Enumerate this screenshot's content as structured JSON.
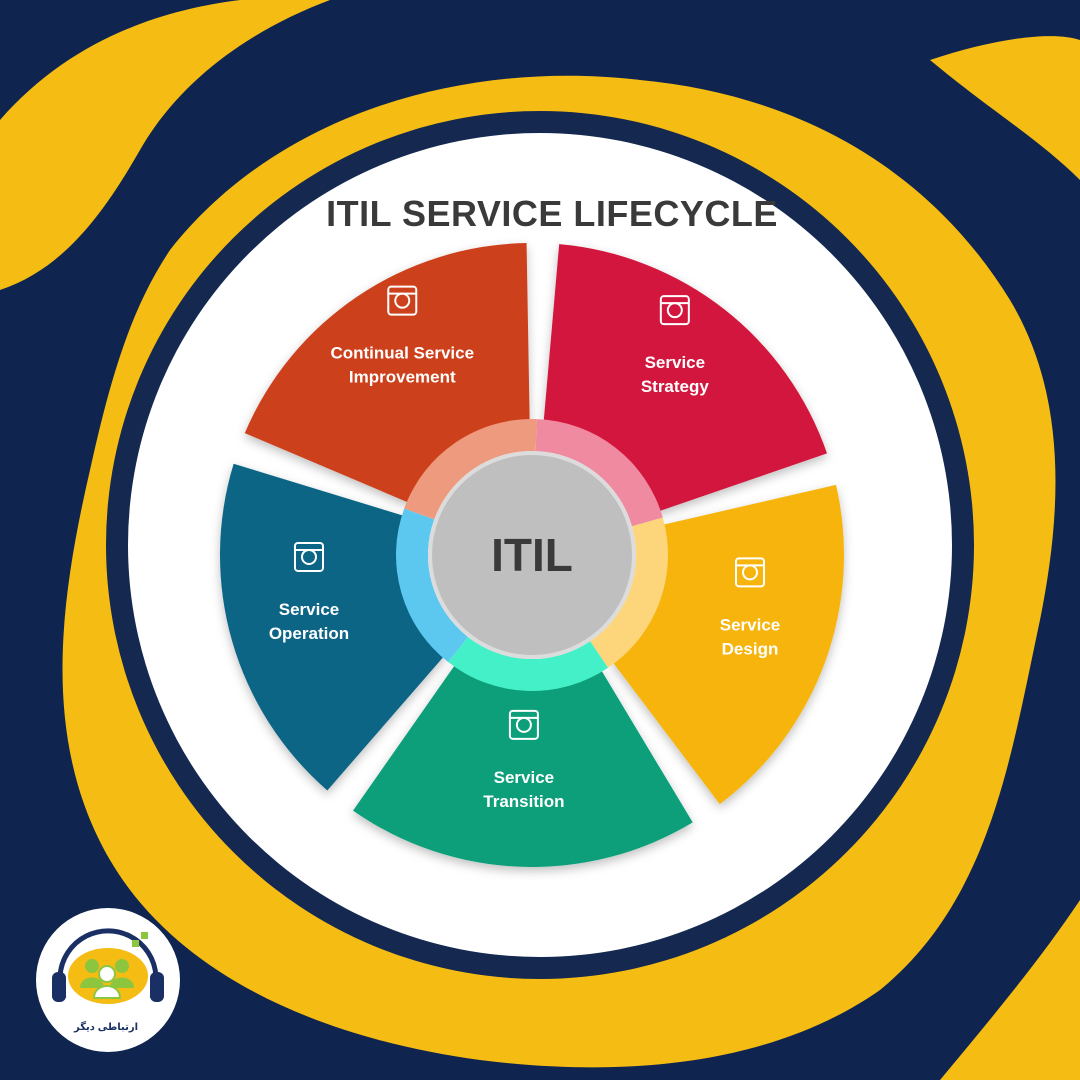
{
  "title": "ITIL SERVICE LIFECYCLE",
  "center_label": "ITIL",
  "colors": {
    "background": "#0f2550",
    "accent_yellow": "#f5bc13",
    "frame": "#142850",
    "panel": "#ffffff",
    "hub": "#bfbfbf"
  },
  "segments": [
    {
      "name": "service-strategy",
      "lines": [
        "Service",
        "Strategy"
      ],
      "color": "#d3183e",
      "ring": "#ef8aa0",
      "icon": "strategy-flow-icon"
    },
    {
      "name": "service-design",
      "lines": [
        "Service",
        "Design"
      ],
      "color": "#f6b40f",
      "ring": "#fdd57a",
      "icon": "design-tools-icon"
    },
    {
      "name": "service-transition",
      "lines": [
        "Service",
        "Transition"
      ],
      "color": "#079f79",
      "ring": "#44f0c8",
      "icon": "transition-cycle-icon"
    },
    {
      "name": "service-operation",
      "lines": [
        "Service",
        "Operation"
      ],
      "color": "#0f6585",
      "ring": "#5cc8f0",
      "icon": "operation-gears-icon"
    },
    {
      "name": "continual-service-improvement",
      "lines": [
        "Continual Service",
        "Improvement"
      ],
      "color": "#cd401f",
      "ring": "#ee9a7e",
      "icon": "improvement-gears-icon"
    }
  ],
  "logo": {
    "text": "ارتباطی دیگر"
  }
}
